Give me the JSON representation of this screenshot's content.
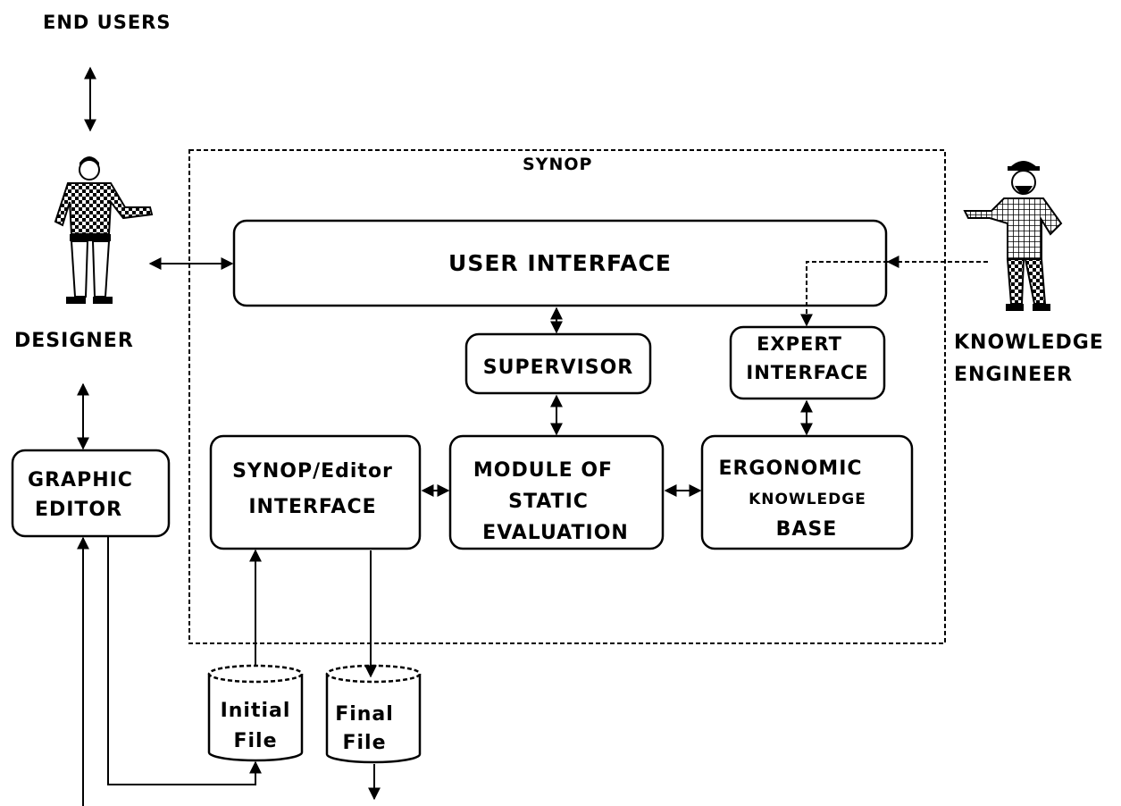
{
  "labels": {
    "end_users": "END USERS",
    "designer": "DESIGNER",
    "knowledge": "KNOWLEDGE",
    "engineer": "ENGINEER",
    "synop": "SYNOP",
    "user_interface": "USER INTERFACE",
    "supervisor": "SUPERVISOR",
    "expert_line1": "EXPERT",
    "expert_line2": "INTERFACE",
    "graphic_line1": "GRAPHIC",
    "graphic_line2": "EDITOR",
    "synop_editor_line1": "SYNOP/Editor",
    "synop_editor_line2": "INTERFACE",
    "module_line1": "MODULE OF",
    "module_line2": "STATIC",
    "module_line3": "EVALUATION",
    "ergo_line1": "ERGONOMIC",
    "ergo_line2": "KNOWLEDGE",
    "ergo_line3": "BASE",
    "initial_line1": "Initial",
    "initial_line2": "File",
    "final_line1": "Final",
    "final_line2": "File"
  }
}
